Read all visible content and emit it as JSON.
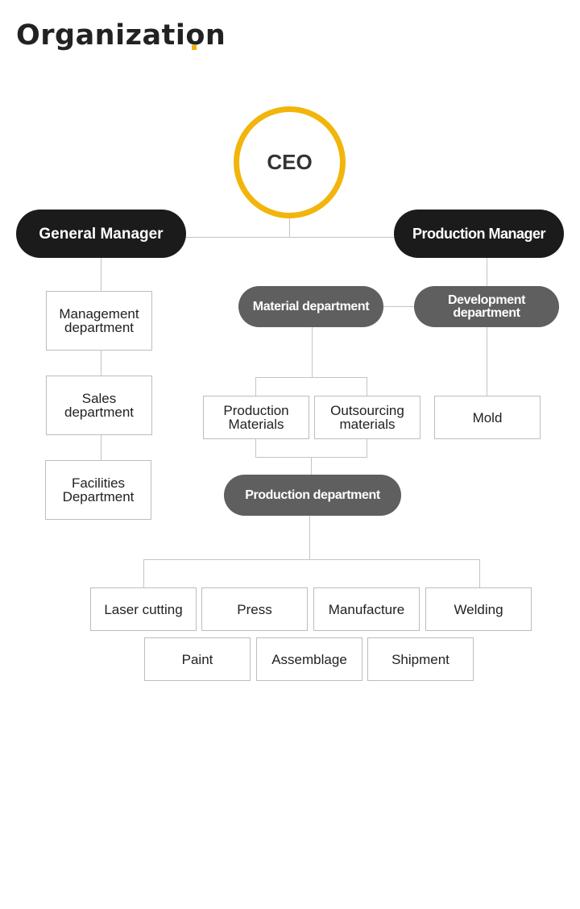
{
  "page": {
    "title": "Organization"
  },
  "chart": {
    "ceo": "CEO",
    "general_manager": "General Manager",
    "production_manager": "Production Manager",
    "general_departments": [
      "Management department",
      "Sales department",
      "Facilities Department"
    ],
    "material_department": "Material department",
    "development_department": "Development department",
    "materials": [
      "Production Materials",
      "Outsourcing materials"
    ],
    "mold": "Mold",
    "production_department": "Production department",
    "production_units_row1": [
      "Laser cutting",
      "Press",
      "Manufacture",
      "Welding"
    ],
    "production_units_row2": [
      "Paint",
      "Assemblage",
      "Shipment"
    ]
  },
  "colors": {
    "accent": "#f1b50b",
    "dark_pill": "#1b1b1b",
    "grey_pill": "#5f5f5f",
    "connector": "#c4c4c4"
  }
}
